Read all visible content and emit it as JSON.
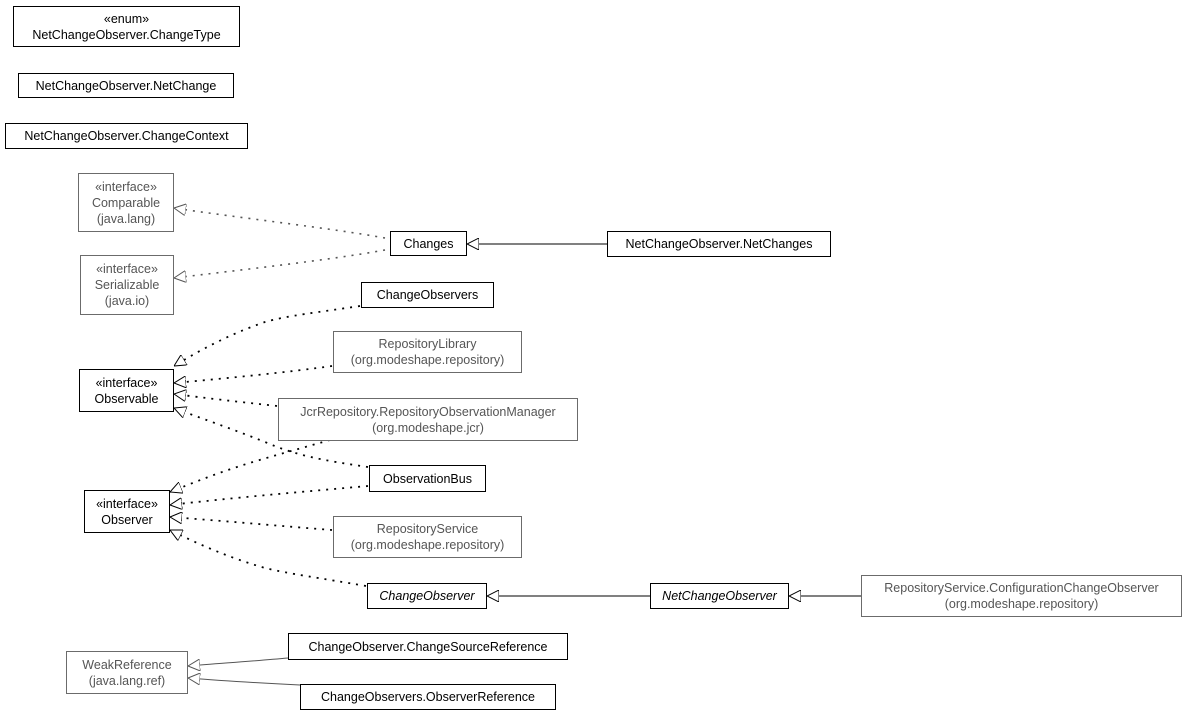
{
  "colors": {
    "local_border": "#000000",
    "external_border": "#6b6b6b",
    "external_text": "#555555",
    "edge": "#000000"
  },
  "nodes": {
    "change_type": {
      "stereotype": "«enum»",
      "name": "NetChangeObserver.ChangeType"
    },
    "net_change": {
      "name": "NetChangeObserver.NetChange"
    },
    "change_context": {
      "name": "NetChangeObserver.ChangeContext"
    },
    "comparable": {
      "stereotype": "«interface»",
      "name": "Comparable",
      "package": "(java.lang)"
    },
    "serializable": {
      "stereotype": "«interface»",
      "name": "Serializable",
      "package": "(java.io)"
    },
    "changes": {
      "name": "Changes"
    },
    "net_changes": {
      "name": "NetChangeObserver.NetChanges"
    },
    "change_observers": {
      "name": "ChangeObservers"
    },
    "repository_library": {
      "name": "RepositoryLibrary",
      "package": "(org.modeshape.repository)"
    },
    "observable": {
      "stereotype": "«interface»",
      "name": "Observable"
    },
    "observation_manager": {
      "name": "JcrRepository.RepositoryObservationManager",
      "package": "(org.modeshape.jcr)"
    },
    "observation_bus": {
      "name": "ObservationBus"
    },
    "observer": {
      "stereotype": "«interface»",
      "name": "Observer"
    },
    "repository_service": {
      "name": "RepositoryService",
      "package": "(org.modeshape.repository)"
    },
    "change_observer": {
      "name": "ChangeObserver"
    },
    "net_change_observer": {
      "name": "NetChangeObserver"
    },
    "config_change_observer": {
      "name": "RepositoryService.ConfigurationChangeObserver",
      "package": "(org.modeshape.repository)"
    },
    "weak_reference": {
      "name": "WeakReference",
      "package": "(java.lang.ref)"
    },
    "change_source_reference": {
      "name": "ChangeObserver.ChangeSourceReference"
    },
    "observer_reference": {
      "name": "ChangeObservers.ObserverReference"
    }
  }
}
